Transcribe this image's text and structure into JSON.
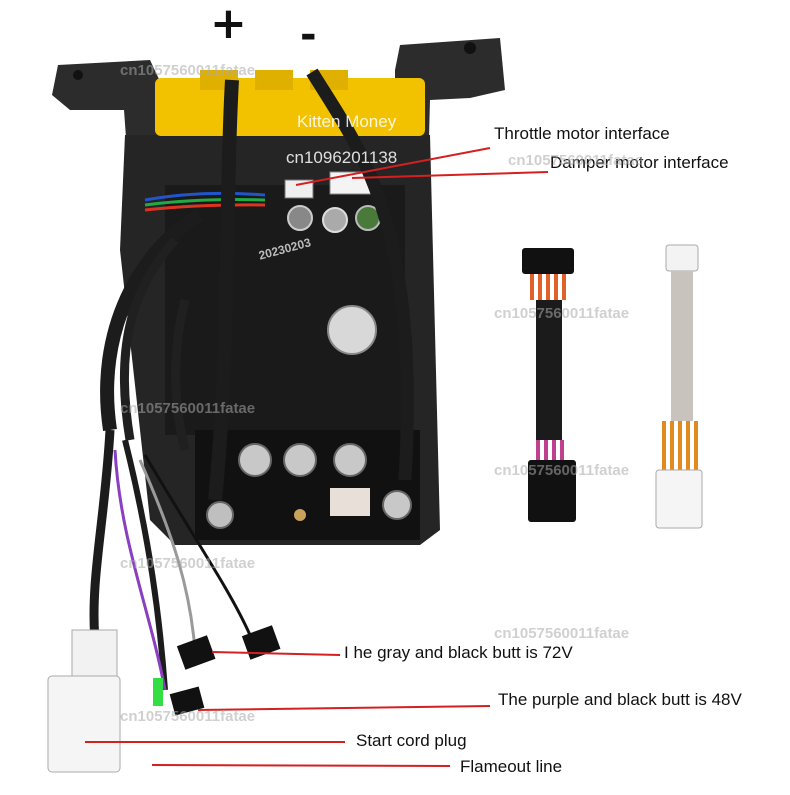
{
  "polarity": {
    "plus": "+",
    "minus": "-"
  },
  "labels": {
    "throttle": "Throttle motor interface",
    "damper": "Damper motor interface",
    "gray_black": "I he gray and black butt is 72V",
    "purple_black": "The purple and black butt is 48V",
    "start_cord": "Start cord plug",
    "flameout": "Flameout line"
  },
  "board_print": {
    "date_code": "20230203"
  },
  "watermarks": {
    "seller_a": "cn1057560011fatae",
    "seller_b": "cn1096201138",
    "shop": "Kitten Money"
  },
  "colors": {
    "leader_line": "#d42020",
    "housing": "#2a2a2a",
    "terminal_block": "#f2c200",
    "braid": "#1c1c1c"
  }
}
